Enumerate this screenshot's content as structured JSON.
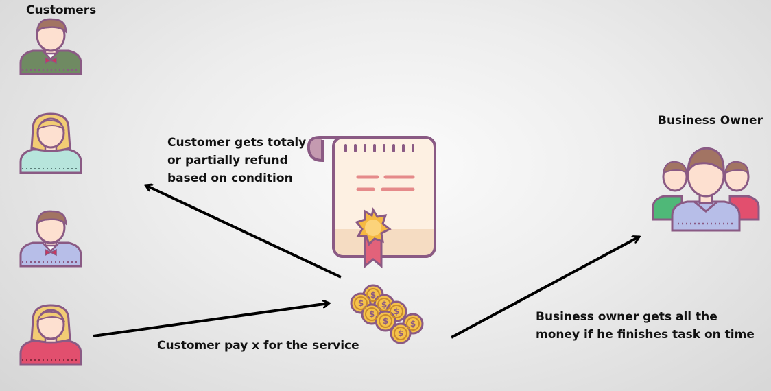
{
  "labels": {
    "customers": "Customers",
    "business_owner": "Business Owner",
    "refund_line1": "Customer gets totaly",
    "refund_line2": "or partially refund",
    "refund_line3": "based on condition",
    "pay": "Customer pay x for the service",
    "owner_line1": "Business owner gets all the",
    "owner_line2": "money if he finishes task on time"
  },
  "icons": {
    "customers": [
      {
        "name": "man-avatar-icon",
        "shirt": "#6f8a62",
        "hair": "#a27463",
        "accent": "#c9375f"
      },
      {
        "name": "woman-avatar-icon",
        "shirt": "#b7e5dc",
        "hair": "#f2cc74",
        "accent": "#5a7f7a"
      },
      {
        "name": "man-avatar-icon",
        "shirt": "#b7bee8",
        "hair": "#a27463",
        "accent": "#c9375f"
      },
      {
        "name": "woman-avatar-icon",
        "shirt": "#e24f6e",
        "hair": "#f2cc74",
        "accent": "#8a2a3f"
      }
    ],
    "contract": "certificate-scroll-icon",
    "coins": "coins-icon",
    "owner_group": "people-group-icon"
  },
  "colors": {
    "outline": "#8a5a84",
    "skin": "#fde0d0",
    "arrow": "#000000"
  }
}
